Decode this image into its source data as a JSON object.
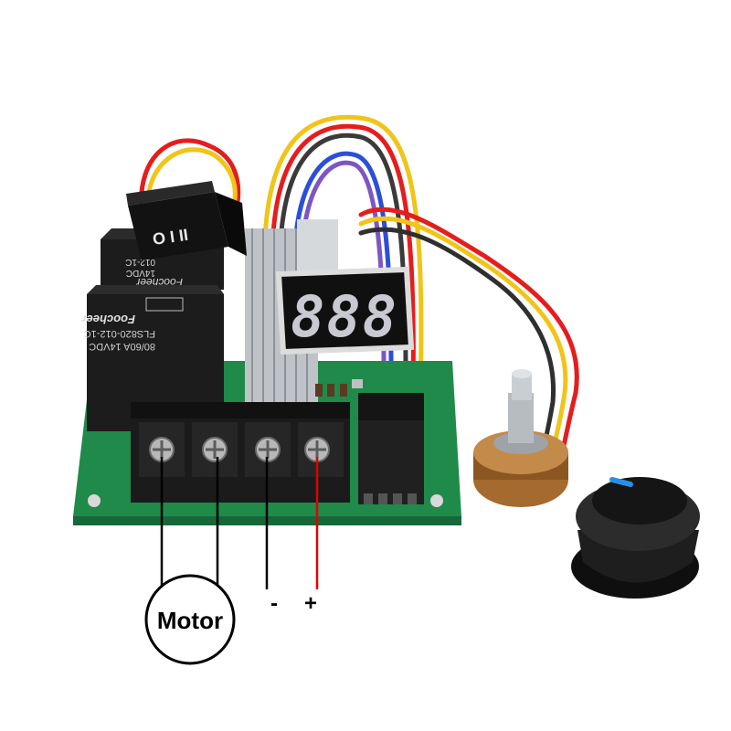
{
  "labels": {
    "motor": "Motor",
    "minus": "-",
    "plus": "+"
  },
  "relay_front": {
    "brand": "Foocheer",
    "model": "FLS820-012-1C",
    "rating": "80/60A 14VDC"
  },
  "relay_back": {
    "model": "012-1C",
    "rating": "14VDC",
    "brand": "Foocheer"
  },
  "switch": {
    "symbols": "O I II"
  },
  "display": {
    "digits": "888"
  },
  "colors": {
    "pcb": "#1f8a4a",
    "relay": "#1c1c1c",
    "display_segment": "#c9c9d2",
    "positive_wire": "#e00000",
    "motor_wire": "#000000",
    "knob_marker": "#2a8ee6"
  }
}
